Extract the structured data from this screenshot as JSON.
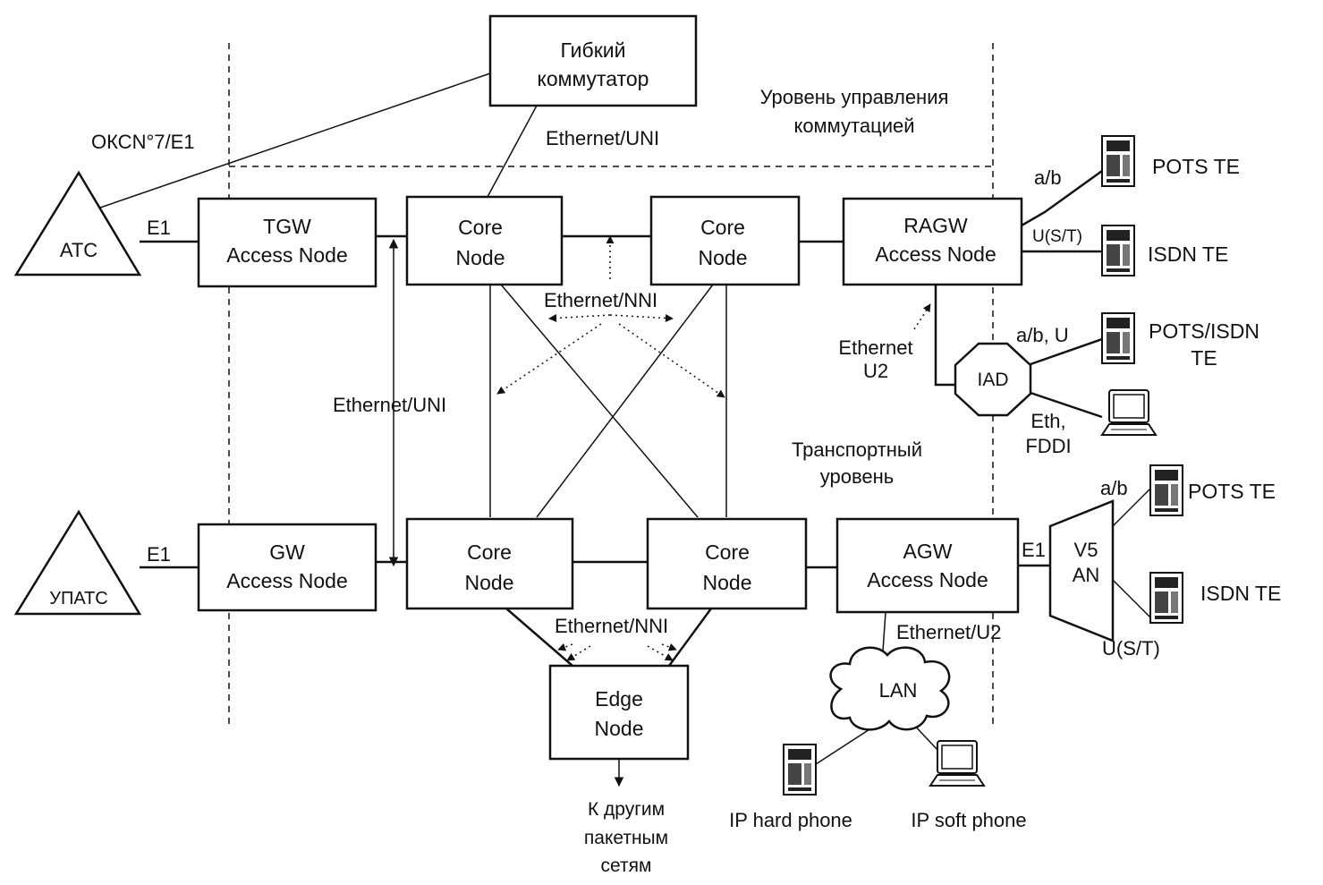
{
  "softswitch": [
    "Гибкий",
    "коммутатор"
  ],
  "layers": {
    "control": [
      "Уровень управления",
      "коммутацией"
    ],
    "transport": [
      "Транспортный",
      "уровень"
    ]
  },
  "links": {
    "oksn7": "ОКСN°7/E1",
    "eth_uni_top": "Ethernet/UNI",
    "eth_uni_mid": "Ethernet/UNI",
    "eth_nni_top": "Ethernet/NNI",
    "eth_nni_bottom": "Ethernet/NNI",
    "eth_u2_bottom": "Ethernet/U2",
    "eth_u2_right": [
      "Ethernet",
      "U2"
    ],
    "e1_atc": "E1",
    "e1_upatc": "E1",
    "e1_v5": "E1",
    "ab_pots_top": "a/b",
    "us_isdn_top": "U(S/T)",
    "abu_iad": "a/b, U",
    "eth_fddi": [
      "Eth,",
      "FDDI"
    ],
    "ab_v5": "a/b",
    "us_v5": "U(S/T)"
  },
  "exchanges": {
    "atc": "АТС",
    "upatc": "УПАТС"
  },
  "nodes": {
    "tgw": [
      "TGW",
      "Access Node"
    ],
    "gw": [
      "GW",
      "Access Node"
    ],
    "core_tl": [
      "Core",
      "Node"
    ],
    "core_tr": [
      "Core",
      "Node"
    ],
    "core_bl": [
      "Core",
      "Node"
    ],
    "core_br": [
      "Core",
      "Node"
    ],
    "ragw": [
      "RAGW",
      "Access Node"
    ],
    "agw": [
      "AGW",
      "Access Node"
    ],
    "edge": [
      "Edge",
      "Node"
    ],
    "iad": "IAD",
    "v5": [
      "V5",
      "AN"
    ],
    "lan": "LAN"
  },
  "terminals": {
    "pots_te_1": "POTS TE",
    "isdn_te_1": "ISDN TE",
    "pots_isdn_te": [
      "POTS/ISDN",
      "TE"
    ],
    "pots_te_2": "POTS TE",
    "isdn_te_2": "ISDN TE",
    "ip_hard_phone": "IP hard phone",
    "ip_soft_phone": "IP soft phone"
  },
  "other_networks": [
    "К другим",
    "пакетным",
    "сетям"
  ]
}
